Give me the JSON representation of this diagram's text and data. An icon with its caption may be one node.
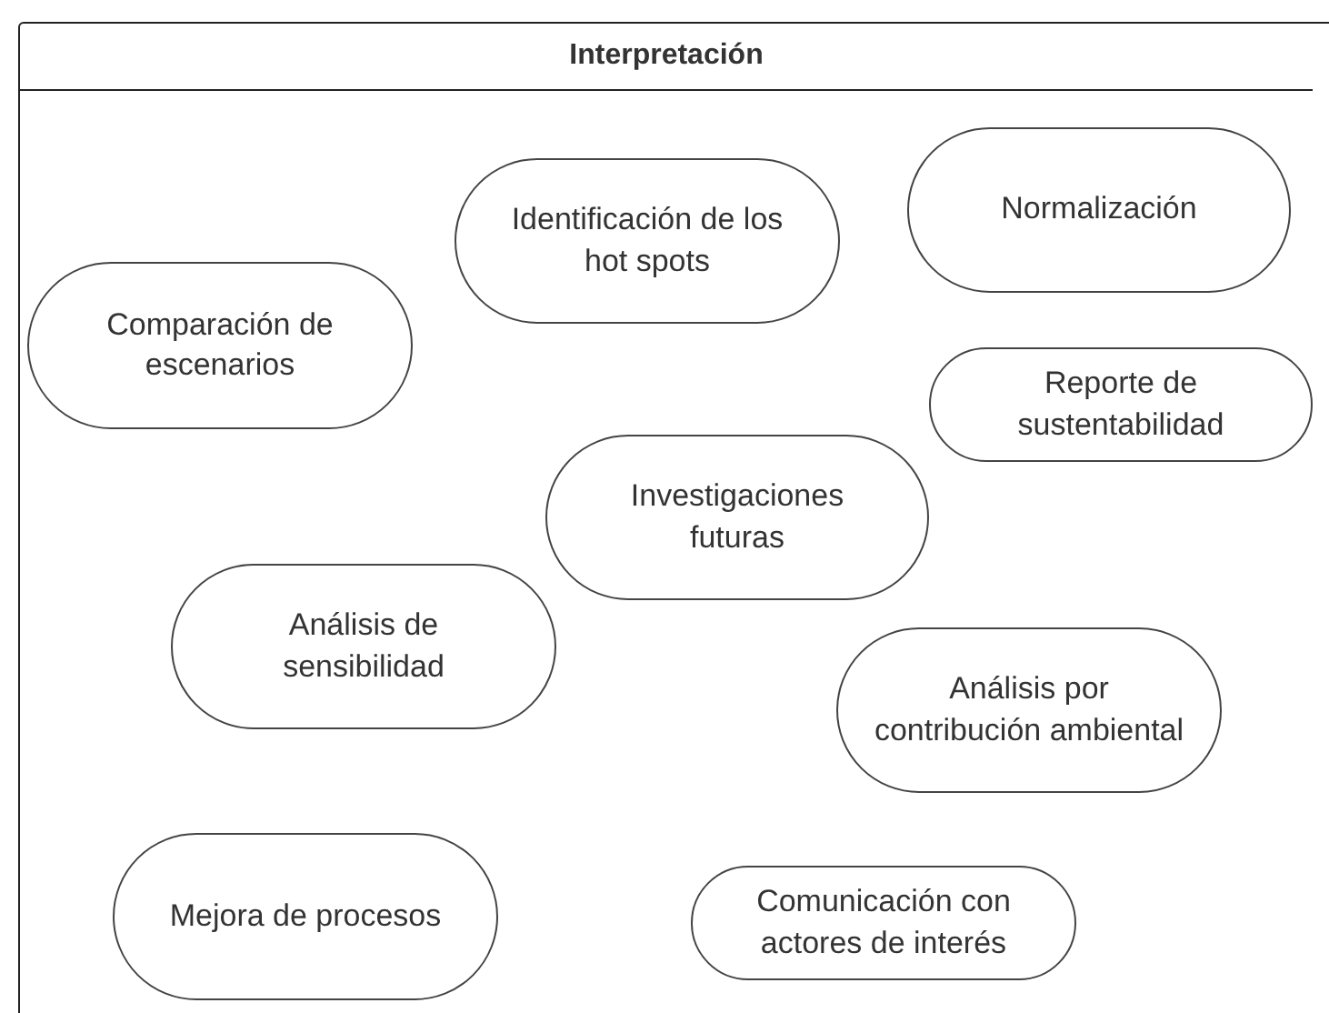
{
  "diagram": {
    "nodes": [
      {
        "text": [
          "Interpretación"
        ]
      },
      {
        "text": [
          "Normalización"
        ],
        "in": 0
      },
      {
        "text": [
          "Identificación de los hot spots"
        ],
        "in": 0
      },
      {
        "text": [
          "Comparación de escenarios"
        ],
        "in": 0
      },
      {
        "text": [
          "Reporte de sustentabilidad"
        ],
        "in": 0
      },
      {
        "text": [
          "Investigaciones futuras"
        ],
        "in": 0
      },
      {
        "text": [
          "Análisis de sensibilidad"
        ],
        "in": 0
      },
      {
        "text": [
          "Análisis por contribución ambiental"
        ],
        "in": 0
      },
      {
        "text": [
          "Mejora de procesos"
        ],
        "in": 0
      },
      {
        "text": [
          "Comunicación con actores de interés"
        ],
        "in": 0
      }
    ]
  }
}
